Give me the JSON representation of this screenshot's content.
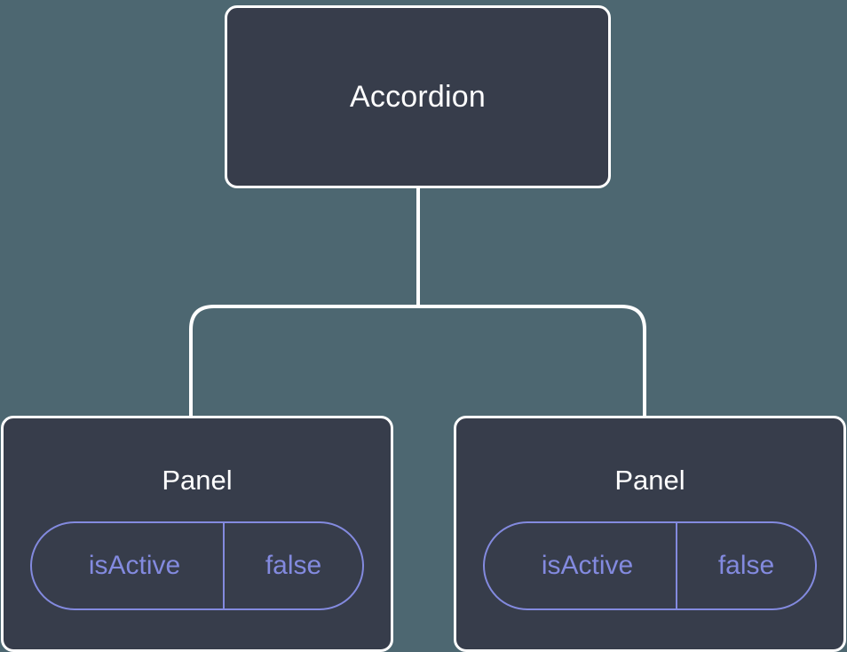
{
  "diagram": {
    "type": "component-tree",
    "background_color": "#4d6771",
    "node_fill_color": "#373d4b",
    "node_border_color": "#ffffff",
    "node_text_color": "#ffffff",
    "state_accent_color": "#838adf",
    "connector_color": "#ffffff",
    "root": {
      "label": "Accordion"
    },
    "children": [
      {
        "label": "Panel",
        "state": {
          "key": "isActive",
          "value": "false"
        }
      },
      {
        "label": "Panel",
        "state": {
          "key": "isActive",
          "value": "false"
        }
      }
    ]
  }
}
